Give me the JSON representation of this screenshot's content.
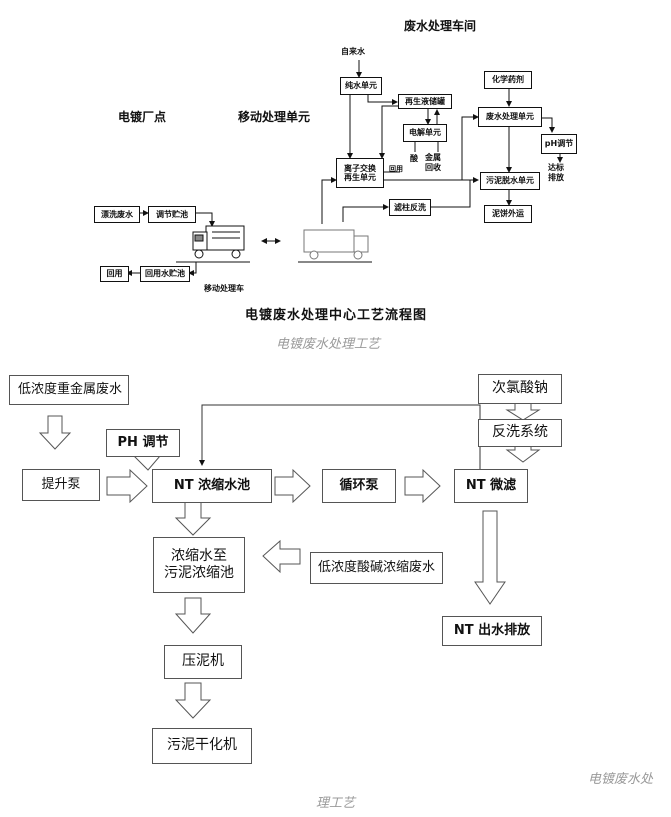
{
  "top": {
    "title_workshop": "废水处理车间",
    "label_plant": "电镀厂点",
    "label_mobile_unit": "移动处理单元",
    "tap_water": "自来水",
    "pure_water": "纯水单元",
    "regen_tank": "再生液储罐",
    "electrolysis": "电解单元",
    "acid": "酸",
    "metal_recovery": "金属\n回收",
    "reuse_small": "回用",
    "ion_exchange": "离子交换\n再生单元",
    "backwash": "滤柱反洗",
    "chemicals": "化学药剂",
    "wastewater_unit": "废水处理单元",
    "ph_adjust": "pH调节",
    "discharge": "达标\n排放",
    "sludge_dewater": "污泥脱水单元",
    "sludge_cake": "泥饼外运",
    "rinse_water": "漂洗废水",
    "adjust_tank": "调节贮池",
    "reuse": "回用",
    "reuse_tank": "回用水贮池",
    "vehicle": "移动处理车",
    "caption": "电镀废水处理中心工艺流程图"
  },
  "watermark_1": "电镀废水处理工艺",
  "bottom": {
    "low_conc_metal": "低浓度重金属废水",
    "ph_adjust": "PH 调节",
    "lift_pump": "提升泵",
    "nt_tank": "NT 浓缩水池",
    "circ_pump": "循环泵",
    "nt_micro": "NT 微滤",
    "hypochlorite": "次氯酸钠",
    "backwash_sys": "反洗系统",
    "conc_to_sludge": "浓缩水至\n污泥浓缩池",
    "low_acid_alkali": "低浓度酸碱浓缩废水",
    "nt_outlet": "NT 出水排放",
    "filter_press": "压泥机",
    "sludge_dryer": "污泥干化机"
  },
  "watermark_2": "电镀废水处",
  "watermark_3": "理工艺"
}
